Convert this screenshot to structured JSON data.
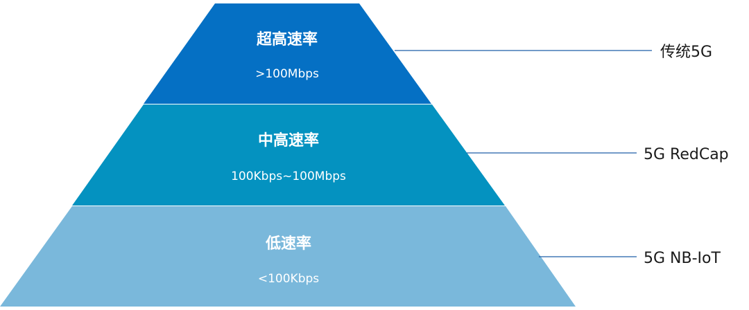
{
  "tiers": [
    {
      "title": "超高速率",
      "range": ">100Mbps",
      "technology": "传统5G",
      "color": "#0570C4"
    },
    {
      "title": "中高速率",
      "range": "100Kbps~100Mbps",
      "technology": "5G RedCap",
      "color": "#0492C0"
    },
    {
      "title": "低速率",
      "range": "<100Kbps",
      "technology": "5G NB-IoT",
      "color": "#7AB8DB"
    }
  ],
  "leader_color": "#1F5EA8"
}
